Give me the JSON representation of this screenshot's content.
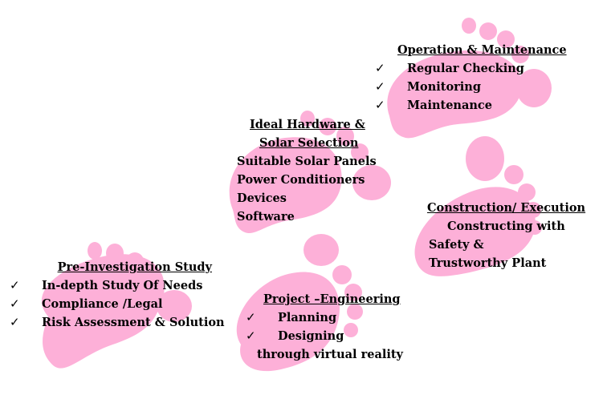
{
  "theme": {
    "footprint_color": "#fdb0d8",
    "text_color": "#000000"
  },
  "stages": {
    "pre_investigation": {
      "title": "Pre-Investigation Study",
      "items": [
        "In-depth Study Of Needs",
        "Compliance /Legal",
        "Risk Assessment & Solution"
      ]
    },
    "project_engineering": {
      "title": "Project –Engineering",
      "items": [
        "Planning",
        "Designing"
      ],
      "extra": "through virtual reality"
    },
    "hardware_selection": {
      "title_line1": "Ideal Hardware &",
      "title_line2": "Solar Selection",
      "items": [
        "Suitable Solar Panels",
        "Power Conditioners",
        "Devices",
        "Software"
      ]
    },
    "construction": {
      "title": "Construction/ Execution",
      "lines": [
        "Constructing with",
        "Safety &",
        "Trustworthy Plant"
      ]
    },
    "operation": {
      "title": "Operation & Maintenance",
      "items": [
        "Regular Checking",
        "Monitoring",
        "Maintenance"
      ]
    },
    "check_mark": "✓"
  }
}
